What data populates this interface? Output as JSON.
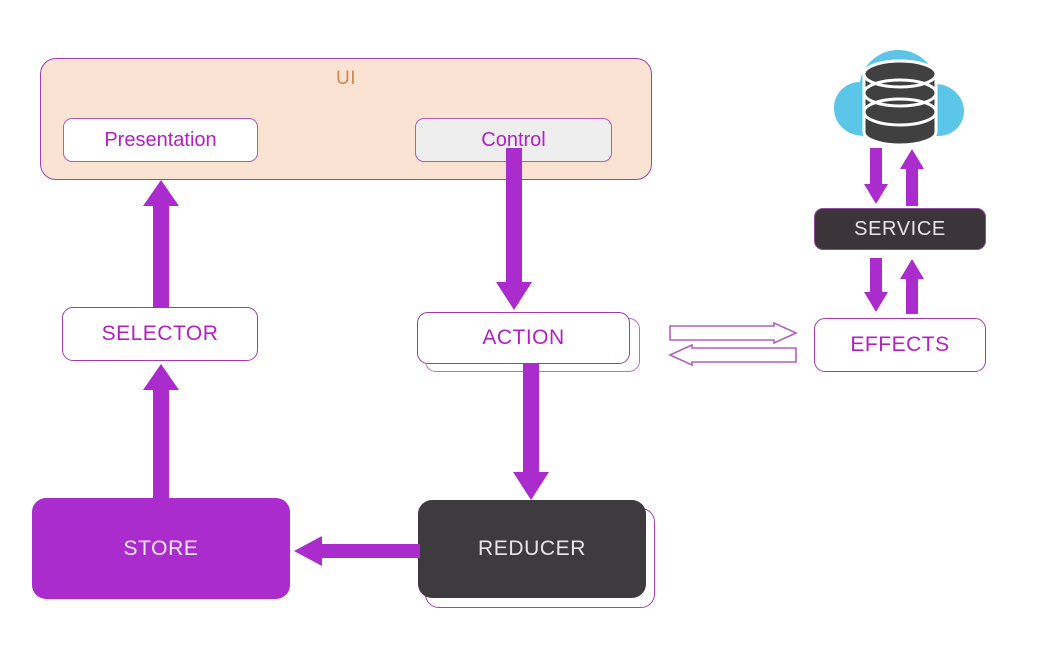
{
  "diagram": {
    "title_label": "UI",
    "accent_purple": "#b41fc4",
    "accent_magenta": "#ab2ccc",
    "ui_panel_fill": "#fbe3d3",
    "ui_title_color": "#d1884a",
    "dark_fill": "#3d3b3e",
    "cloud_color": "#5cc6e8",
    "database_color": "#404040",
    "nodes": {
      "presentation": "Presentation",
      "control": "Control",
      "selector": "SELECTOR",
      "action": "ACTION",
      "store": "STORE",
      "reducer": "REDUCER",
      "service": "SERVICE",
      "effects": "EFFECTS"
    },
    "icons": {
      "cloud_database": "cloud-database-icon"
    },
    "edges": [
      {
        "from": "SELECTOR",
        "to": "UI",
        "direction": "up"
      },
      {
        "from": "Control",
        "to": "ACTION",
        "direction": "down"
      },
      {
        "from": "STORE",
        "to": "SELECTOR",
        "direction": "up"
      },
      {
        "from": "ACTION",
        "to": "REDUCER",
        "direction": "down"
      },
      {
        "from": "REDUCER",
        "to": "STORE",
        "direction": "left"
      },
      {
        "from": "ACTION",
        "to": "EFFECTS",
        "direction": "right"
      },
      {
        "from": "EFFECTS",
        "to": "ACTION",
        "direction": "left"
      },
      {
        "from": "SERVICE",
        "to": "cloud-database",
        "direction": "up"
      },
      {
        "from": "cloud-database",
        "to": "SERVICE",
        "direction": "down"
      },
      {
        "from": "EFFECTS",
        "to": "SERVICE",
        "direction": "up"
      },
      {
        "from": "SERVICE",
        "to": "EFFECTS",
        "direction": "down"
      }
    ]
  }
}
